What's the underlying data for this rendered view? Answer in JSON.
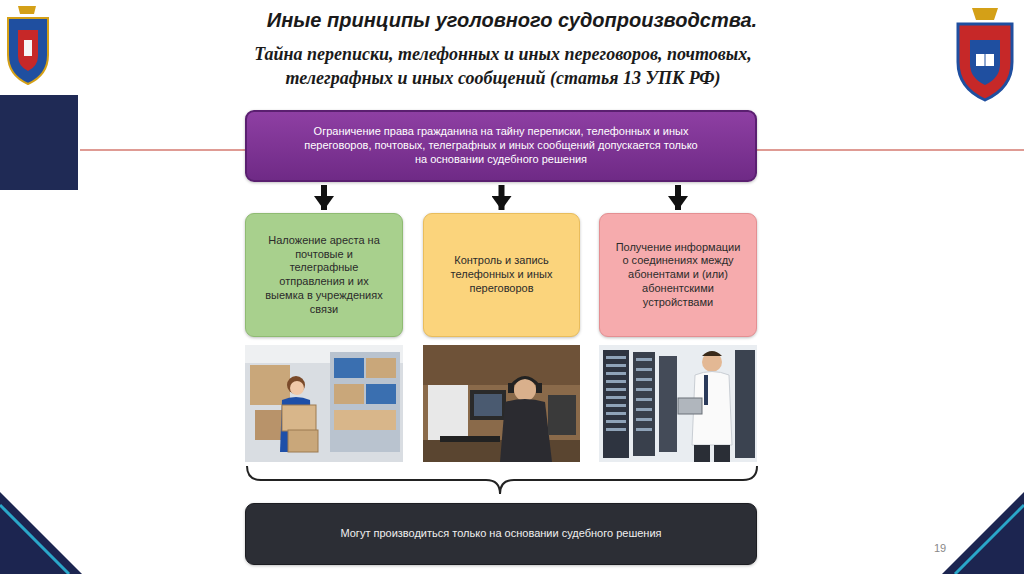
{
  "diagram": {
    "title": "Иные принципы уголовного судопроизводства.",
    "nodes": [
      {
        "text": [
          "Ограничение права гражданина на тайну переписки, телефонных и иных переговоров, почтовых, телеграфных и иных сообщений допускается только на основании судебного решения"
        ]
      },
      {
        "text": [
          "Наложение ареста на почтовые и телеграфные отправления и их выемка в учреждениях связи"
        ]
      },
      {
        "text": [
          "Контроль и запись телефонных и иных переговоров"
        ]
      },
      {
        "text": [
          "Получение информации о соединениях между абонентами и (или) абонентскими устройствами"
        ]
      },
      {
        "text": [
          "Могут производиться только на основании судебного решения"
        ]
      }
    ],
    "edges": [
      {
        "from": 0,
        "to": 1,
        "arrow": "to"
      },
      {
        "from": 0,
        "to": 2,
        "arrow": "to"
      },
      {
        "from": 0,
        "to": 3,
        "arrow": "to"
      }
    ],
    "labels": [
      "Тайна переписки, телефонных и иных переговоров, почтовых, телеграфных и иных сообщений (статья 13 УПК РФ)",
      "19"
    ]
  }
}
